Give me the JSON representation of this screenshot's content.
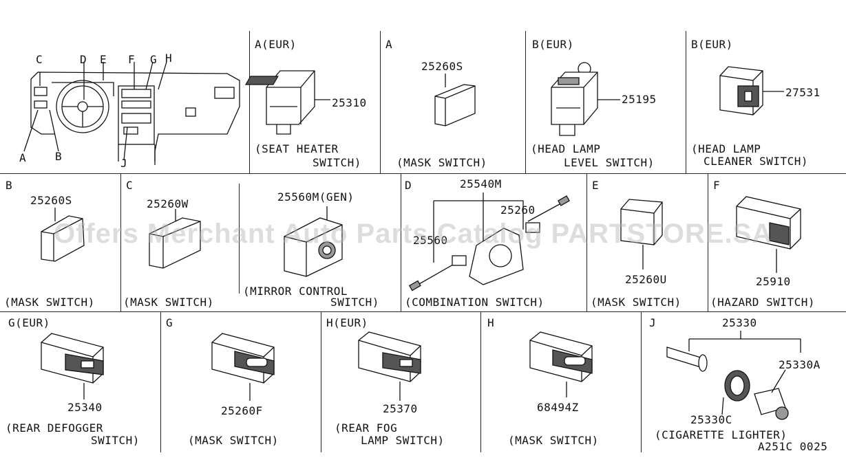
{
  "watermark": "Offers Merchant Auto Parts Catalog PARTSTORE.SA",
  "drawing_id": "A251C 0025",
  "overview": {
    "letters": [
      "A",
      "B",
      "C",
      "D",
      "E",
      "F",
      "G",
      "H",
      "J"
    ]
  },
  "panels": {
    "a_eur": {
      "title": "A(EUR)",
      "part": "25310",
      "caption_1": "(SEAT HEATER",
      "caption_2": "SWITCH)"
    },
    "a": {
      "title": "A",
      "part": "25260S",
      "caption_1": "(MASK SWITCH)"
    },
    "b_eur1": {
      "title": "B(EUR)",
      "part": "25195",
      "caption_1": "(HEAD LAMP",
      "caption_2": "LEVEL SWITCH)"
    },
    "b_eur2": {
      "title": "B(EUR)",
      "part": "27531",
      "caption_1": "(HEAD LAMP",
      "caption_2": "CLEANER SWITCH)"
    },
    "b": {
      "title": "B",
      "part": "25260S",
      "caption_1": "(MASK SWITCH)"
    },
    "c": {
      "title": "C",
      "part_1": "25260W",
      "caption_1": "(MASK SWITCH)",
      "part_2": "25560M(GEN)",
      "caption_2": "(MIRROR CONTROL",
      "caption_3": "SWITCH)"
    },
    "d": {
      "title": "D",
      "part_main": "25540M",
      "part_a": "25260",
      "part_b": "25560",
      "caption_1": "(COMBINATION SWITCH)"
    },
    "e": {
      "title": "E",
      "part": "25260U",
      "caption_1": "(MASK SWITCH)"
    },
    "f": {
      "title": "F",
      "part": "25910",
      "caption_1": "(HAZARD SWITCH)"
    },
    "g_eur": {
      "title": "G(EUR)",
      "part": "25340",
      "caption_1": "(REAR DEFOGGER",
      "caption_2": "SWITCH)"
    },
    "g": {
      "title": "G",
      "part": "25260F",
      "caption_1": "(MASK SWITCH)"
    },
    "h_eur": {
      "title": "H(EUR)",
      "part": "25370",
      "caption_1": "(REAR FOG",
      "caption_2": "LAMP SWITCH)"
    },
    "h": {
      "title": "H",
      "part": "68494Z",
      "caption_1": "(MASK SWITCH)"
    },
    "j": {
      "title": "J",
      "part_main": "25330",
      "part_a": "25330A",
      "part_b": "25330C",
      "caption_1": "(CIGARETTE LIGHTER)"
    }
  }
}
